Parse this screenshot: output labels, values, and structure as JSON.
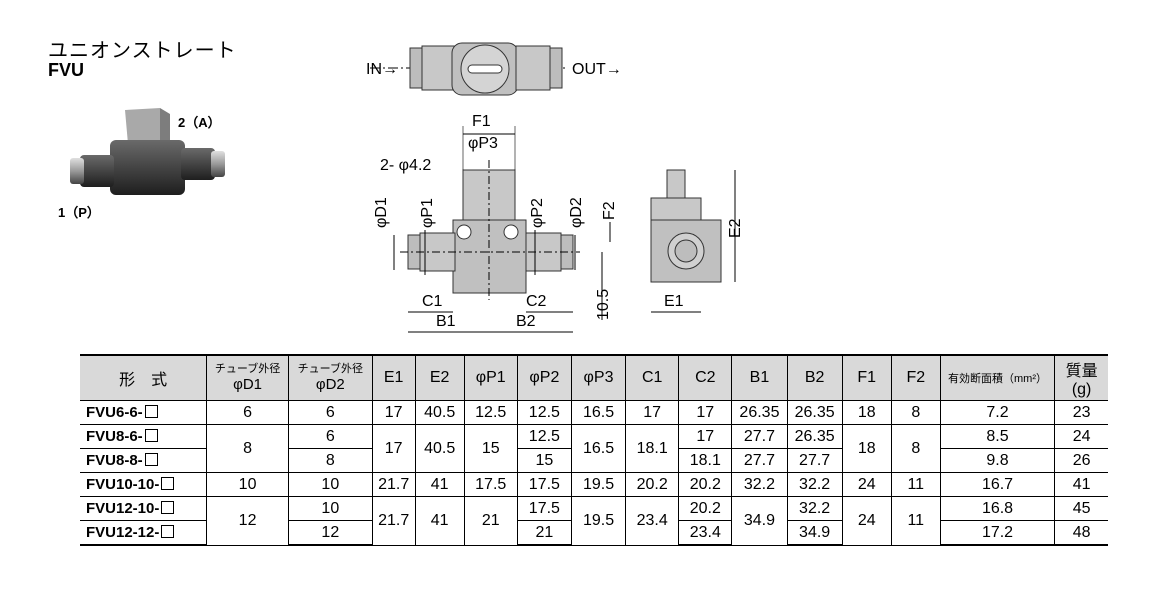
{
  "product": {
    "title_jp": "ユニオンストレート",
    "model": "FVU"
  },
  "photo_labels": {
    "port_2": "2（A）",
    "port_1": "1（P）"
  },
  "drawing_labels": {
    "in": "IN→",
    "out": "OUT→",
    "f1": "F1",
    "p3": "φP3",
    "hole": "2- φ4.2",
    "d1": "φD1",
    "p1": "φP1",
    "p2": "φP2",
    "d2": "φD2",
    "f2": "F2",
    "c1": "C1",
    "c2": "C2",
    "b1": "B1",
    "b2": "B2",
    "dim_10_5": "10.5",
    "e1": "E1",
    "e2": "E2"
  },
  "table": {
    "headers": {
      "model": "形　式",
      "tube_od1_a": "チューブ外径",
      "tube_od1_b": "φD1",
      "tube_od2_a": "チューブ外径",
      "tube_od2_b": "φD2",
      "e1": "E1",
      "e2": "E2",
      "p1": "φP1",
      "p2": "φP2",
      "p3": "φP3",
      "c1": "C1",
      "c2": "C2",
      "b1": "B1",
      "b2": "B2",
      "f1": "F1",
      "f2": "F2",
      "area": "有効断面積（mm²）",
      "mass_a": "質量",
      "mass_b": "(g)"
    },
    "rows": [
      {
        "model": "FVU6-6-",
        "d1": "6",
        "d2": "6",
        "e1": "17",
        "e2": "40.5",
        "p1": "12.5",
        "p2": "12.5",
        "p3": "16.5",
        "c1": "17",
        "c2": "17",
        "b1": "26.35",
        "b2": "26.35",
        "f1": "18",
        "f2": "8",
        "area": "7.2",
        "mass": "23"
      },
      {
        "model": "FVU8-6-",
        "d1": "8",
        "d2": "6",
        "e1": "17",
        "e2": "40.5",
        "p1": "15",
        "p2": "12.5",
        "p3": "16.5",
        "c1": "18.1",
        "c2": "17",
        "b1": "27.7",
        "b2": "26.35",
        "f1": "18",
        "f2": "8",
        "area": "8.5",
        "mass": "24"
      },
      {
        "model": "FVU8-8-",
        "d2": "8",
        "p2": "15",
        "c2": "18.1",
        "b1": "27.7",
        "b2": "27.7",
        "area": "9.8",
        "mass": "26"
      },
      {
        "model": "FVU10-10-",
        "d1": "10",
        "d2": "10",
        "e1": "21.7",
        "e2": "41",
        "p1": "17.5",
        "p2": "17.5",
        "p3": "19.5",
        "c1": "20.2",
        "c2": "20.2",
        "b1": "32.2",
        "b2": "32.2",
        "f1": "24",
        "f2": "11",
        "area": "16.7",
        "mass": "41"
      },
      {
        "model": "FVU12-10-",
        "d1": "12",
        "d2": "10",
        "e1": "21.7",
        "e2": "41",
        "p1": "21",
        "p2": "17.5",
        "p3": "19.5",
        "c1": "23.4",
        "c2": "20.2",
        "b1": "34.9",
        "b2": "32.2",
        "f1": "24",
        "f2": "11",
        "area": "16.8",
        "mass": "45"
      },
      {
        "model": "FVU12-12-",
        "d2": "12",
        "p2": "21",
        "c2": "23.4",
        "b2": "34.9",
        "area": "17.2",
        "mass": "48"
      }
    ]
  }
}
